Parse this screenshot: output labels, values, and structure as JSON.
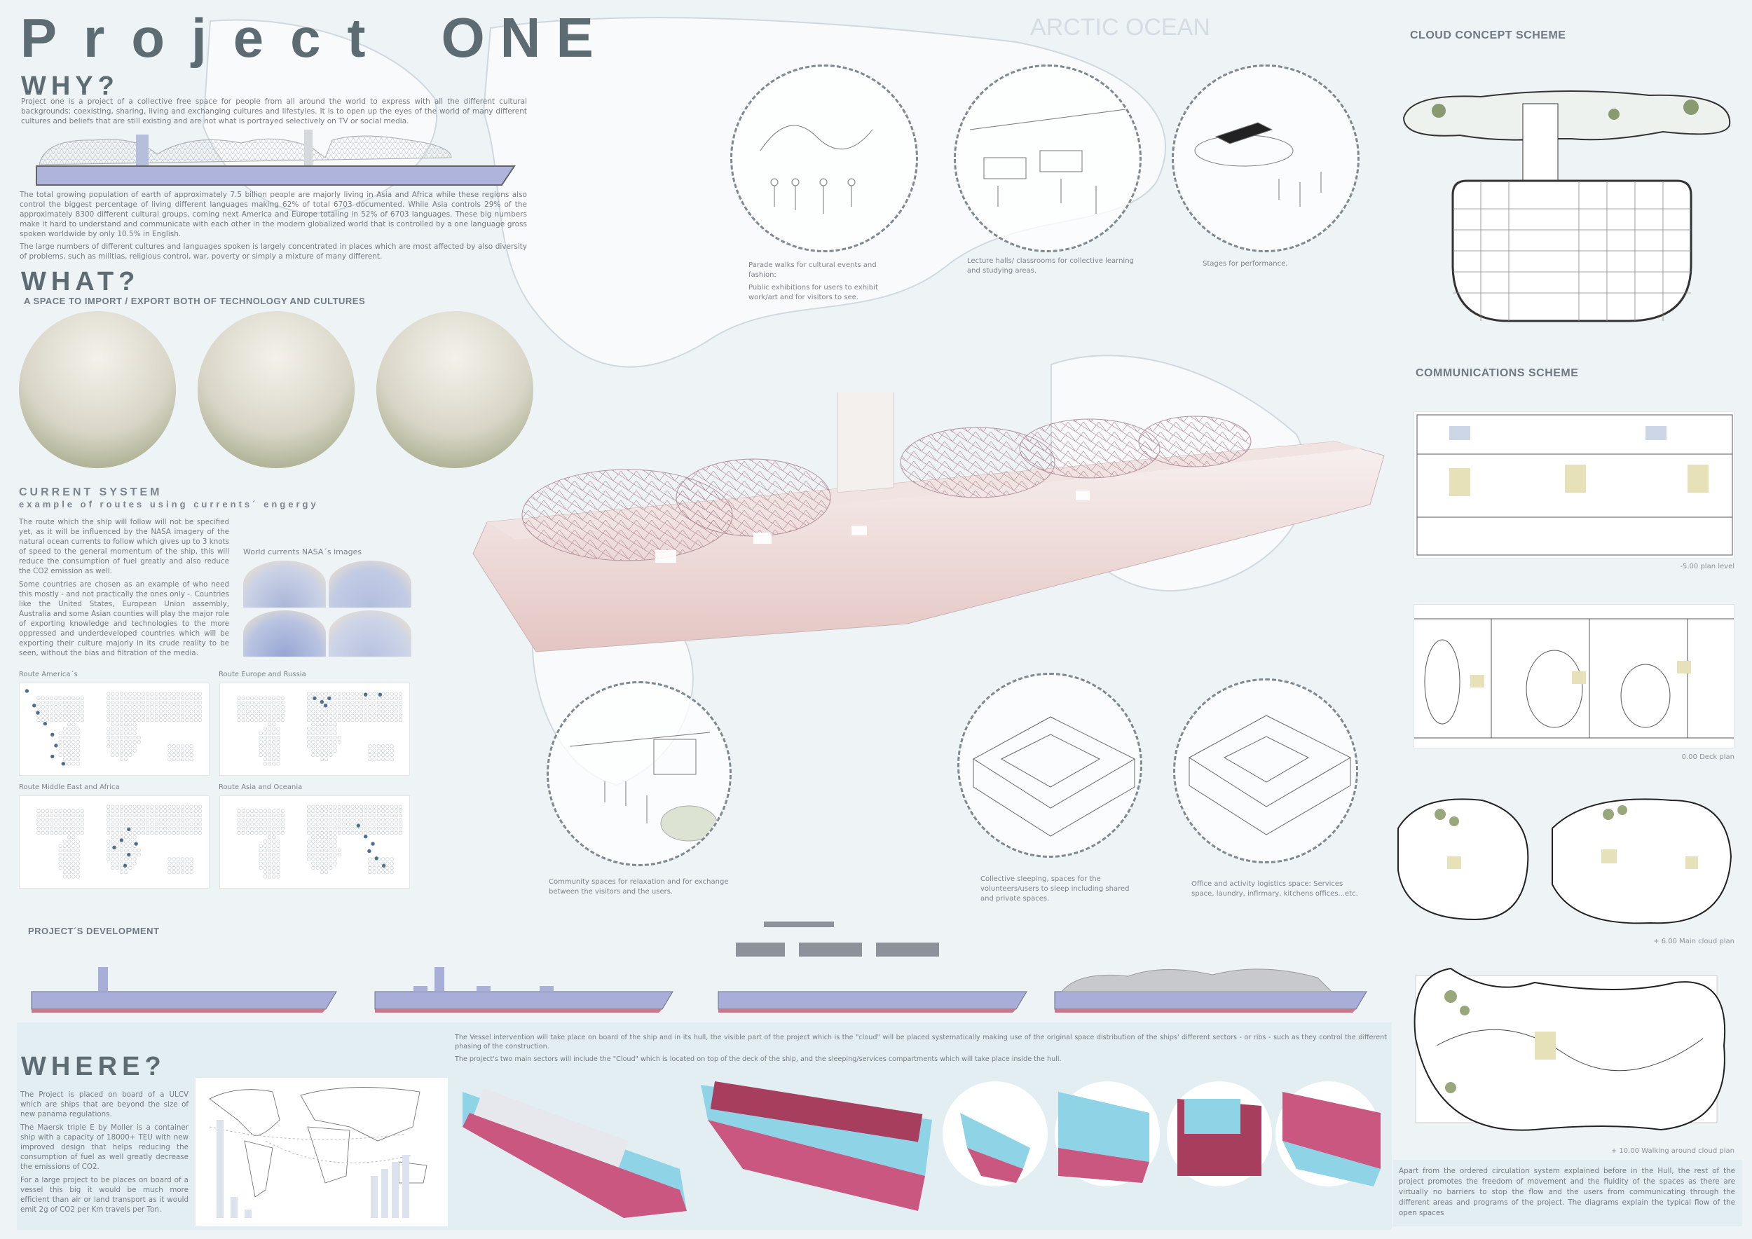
{
  "title": {
    "word1": "Project",
    "word2": "ONE"
  },
  "map_label": "ARCTIC OCEAN",
  "why": {
    "heading": "WHY?",
    "intro": "Project one is a project of a collective free space for people from all around the world to express with all the different cultural backgrounds; coexisting, sharing, living and exchanging cultures and lifestyles. It is to open up the eyes of the world of many different cultures and beliefs that are still existing and are not what is portrayed selectively on TV or social media.",
    "para2": "The total growing population of earth of approximately 7.5 billion people are majorly living in Asia and Africa while these regions also control the biggest percentage of living different languages making 62% of total 6703 documented. While Asia controls 29% of the approximately 8300 different cultural groups, coming next America and Europe totaling in 52% of 6703 languages. These big numbers make it hard to understand and communicate with each other in the modern globalized world that is controlled by a one language gross spoken worldwide by only 10.5% in English.",
    "para3": "The large numbers of different cultures and languages spoken is largely concentrated in places which are most affected by also diversity of problems, such as militias, religious control, war, poverty or simply a mixture of many different."
  },
  "what": {
    "heading": "WHAT?",
    "subtitle": "A SPACE TO IMPORT / EXPORT BOTH  OF TECHNOLOGY AND CULTURES"
  },
  "current_system": {
    "heading": "CURRENT SYSTEM",
    "subtitle": "example of routes using currents´ engergy",
    "para1": "The route which the ship will follow will not be specified yet, as it will be influenced by the NASA imagery of the natural ocean currents to follow which gives up to 3 knots of speed to the general momentum of the ship, this will reduce the consumption of fuel greatly and also reduce the CO2 emission as well.",
    "para2": "Some countries are chosen as an example of who need this mostly - and not practically the ones only -. Countries like the United States, European Union assembly, Australia and some Asian counties will play the major role of exporting knowledge and technologies to the more oppressed and underdeveloped countries which will be exporting their culture majorly in its crude reality to be seen, without the bias and filtration of the media.",
    "nasa_label": "World currents NASA´s images",
    "routes": [
      {
        "label": "Route America´s"
      },
      {
        "label": "Route Europe and Russia"
      },
      {
        "label": "Route  Middle East and Africa"
      },
      {
        "label": "Route  Asia and Oceania"
      }
    ]
  },
  "programs_top": [
    {
      "caption1": "Parade walks for cultural events and fashion:",
      "caption2": "Public exhibitions for users to exhibit work/art and for visitors to see."
    },
    {
      "caption1": "Lecture halls/ classrooms for collective learning and studying areas.",
      "caption2": ""
    },
    {
      "caption1": "Stages for performance.",
      "caption2": ""
    }
  ],
  "programs_bottom": [
    {
      "caption": "Community spaces for relaxation and for exchange between the visitors and the users."
    },
    {
      "caption": "Collective sleeping, spaces for the volunteers/users to sleep including shared and private spaces."
    },
    {
      "caption": "Office and activity logistics space: Services space, laundry, infirmary, kitchens offices...etc."
    }
  ],
  "development": {
    "heading": "PROJECT´S DEVELOPMENT"
  },
  "where": {
    "heading": "WHERE?",
    "para1": "The Project is placed on board of a ULCV which are ships that are beyond the size of new panama regulations.",
    "para2": "The Maersk triple E by Moller is a container ship with a capacity of 18000+ TEU with new improved design that helps reducing the consumption of fuel as well greatly decrease the emissions of CO2.",
    "para3": "For a large project to be places on board of a vessel this big it would be much more efficient than air or land transport as it would emit 2g of CO2 per Km travels per Ton.",
    "vessel_text1": "The Vessel intervention will take place on board of the ship and in its hull, the visible part of the project which is the \"cloud\" will be placed systematically making use of the original space distribution of the ships' different sectors - or ribs - such as they control the different phasing of the construction.",
    "vessel_text2": "The project's two main sectors will include the \"Cloud\" which is located on top of the deck of the ship, and the sleeping/services compartments which will take place inside the hull."
  },
  "right": {
    "cloud_heading": "CLOUD CONCEPT SCHEME",
    "comm_heading": "COMMUNICATIONS SCHEME",
    "plan_labels": [
      "-5.00 plan level",
      "0.00 Deck plan",
      "+ 6.00 Main cloud plan",
      "+ 10.00 Walking around cloud plan"
    ],
    "closing": "Apart from the ordered circulation system explained before in the Hull, the rest of the project promotes the freedom of movement and the fluidity of the spaces as there are virtually no barriers to stop the flow and the users from communicating through the different areas and programs of the project. The diagrams explain the typical flow of the open spaces"
  },
  "colors": {
    "heading": "#5d6b73",
    "hull": "#a9b0d8",
    "maersk_blue": "#8fd3e6",
    "maersk_hull": "#c9577f",
    "route_dot": "#4f6f8f",
    "band": "#e3eef3"
  }
}
